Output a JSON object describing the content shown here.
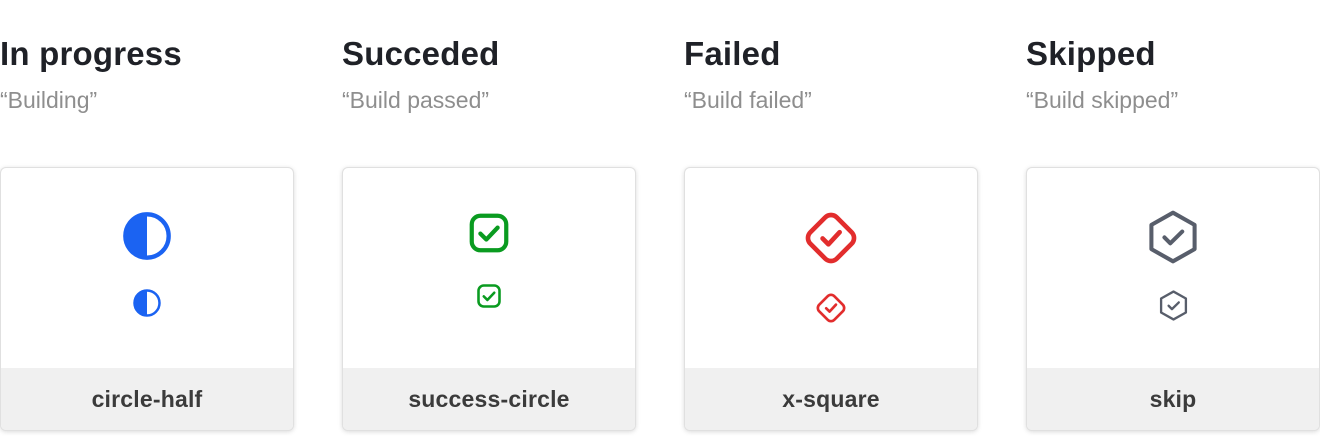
{
  "columns": [
    {
      "title": "In progress",
      "subtitle": "“Building”",
      "label": "circle-half",
      "icon": "circle-half-icon",
      "color": "#1b63f2"
    },
    {
      "title": "Succeded",
      "subtitle": "“Build passed”",
      "label": "success-circle",
      "icon": "check-square-icon",
      "color": "#0a9b20"
    },
    {
      "title": "Failed",
      "subtitle": "“Build failed”",
      "label": "x-square",
      "icon": "check-diamond-icon",
      "color": "#e22d2d"
    },
    {
      "title": "Skipped",
      "subtitle": "“Build skipped”",
      "label": "skip",
      "icon": "check-hexagon-icon",
      "color": "#585e6b"
    }
  ],
  "colors": {
    "background": "#ffffff",
    "heading_text": "#1f2127",
    "subtitle_text": "#8e8e8e",
    "card_border": "#e0e0e0",
    "card_footer_bg": "#f0f0f0",
    "footer_label_text": "#3b3b3b",
    "status_in_progress": "#1b63f2",
    "status_succeeded": "#0a9b20",
    "status_failed": "#e22d2d",
    "status_skipped": "#585e6b"
  }
}
